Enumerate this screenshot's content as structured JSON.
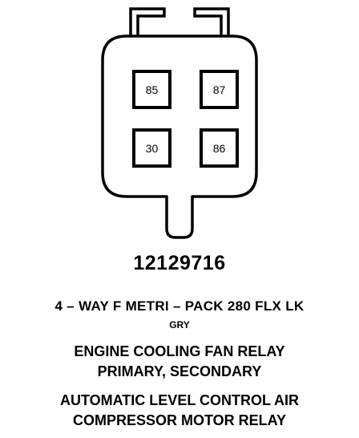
{
  "connector": {
    "pins": {
      "top_left": "85",
      "top_right": "87",
      "bottom_left": "30",
      "bottom_right": "86"
    },
    "part_number": "12129716",
    "description": "4 – WAY F METRI – PACK 280 FLX LK",
    "color": "GRY"
  },
  "applications": [
    {
      "line1": "ENGINE COOLING FAN RELAY",
      "line2": "PRIMARY, SECONDARY"
    },
    {
      "line1": "AUTOMATIC LEVEL CONTROL AIR",
      "line2": "COMPRESSOR MOTOR RELAY"
    }
  ]
}
